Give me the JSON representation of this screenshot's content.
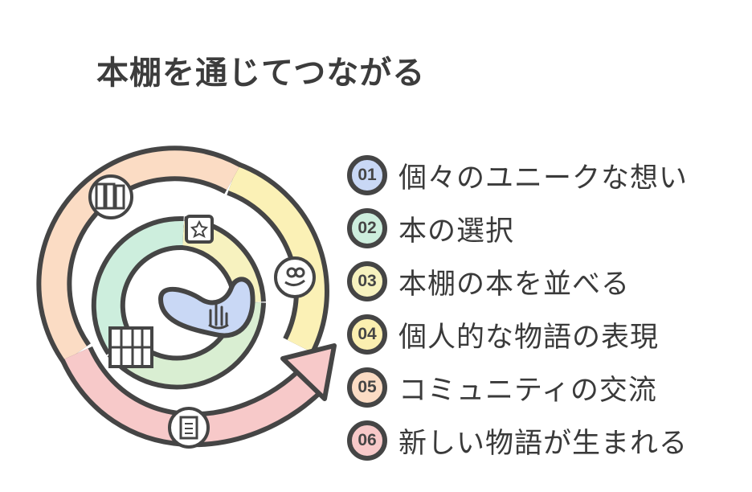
{
  "title": "本棚を通じてつながる",
  "steps": [
    {
      "number": "01",
      "label": "個々のユニークな想い",
      "color": "#c9d8f5",
      "icon": "hand-gesture-icon"
    },
    {
      "number": "02",
      "label": "本の選択",
      "color": "#cdeedd",
      "icon": "book-star-icon"
    },
    {
      "number": "03",
      "label": "本棚の本を並べる",
      "color": "#f7f2bf",
      "icon": "hand-flower-icon"
    },
    {
      "number": "04",
      "label": "個人的な物語の表現",
      "color": "#fbefb0",
      "icon": "bookshelf-icon"
    },
    {
      "number": "05",
      "label": "コミュニティの交流",
      "color": "#fbdcc4",
      "icon": "books-icon"
    },
    {
      "number": "06",
      "label": "新しい物語が生まれる",
      "color": "#f7c9c9",
      "icon": "document-icon"
    }
  ],
  "colors": {
    "outline": "#454545",
    "title": "#3c3c3c"
  }
}
